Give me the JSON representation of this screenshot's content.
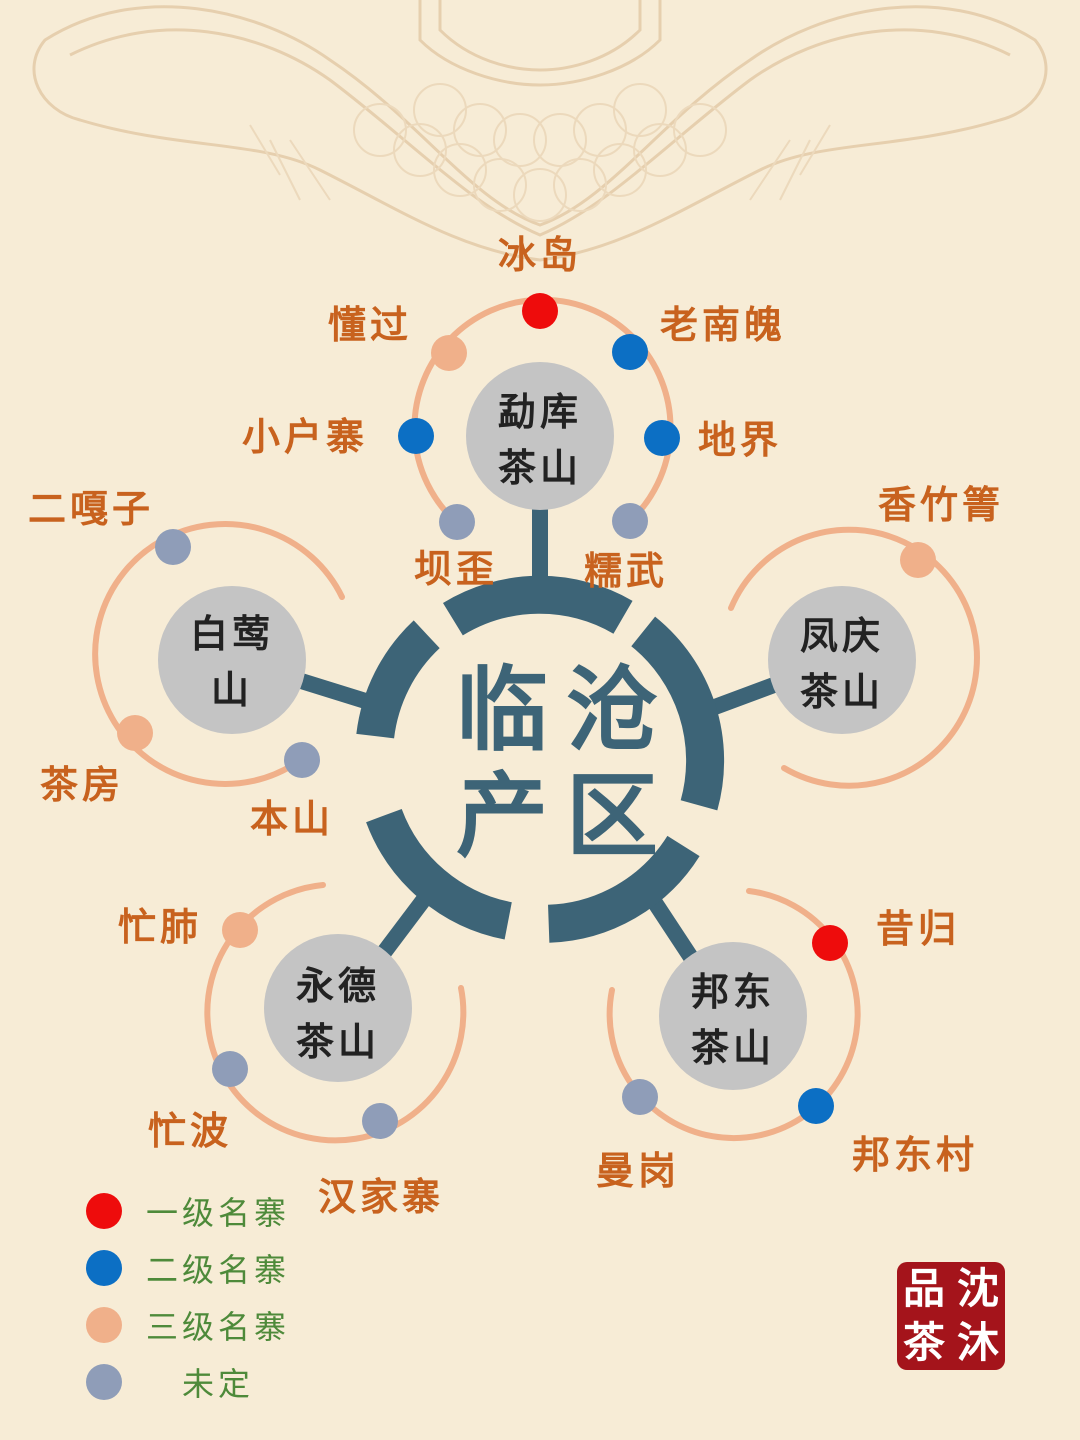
{
  "colors": {
    "first_grade": "#ee0c0c",
    "second_grade": "#0c6fc4",
    "third_grade": "#f0b08a",
    "undetermined": "#8f9db8",
    "hub": "#3d6477",
    "arc": "#f0b08a",
    "village_text": "#c8621e",
    "legend_text": "#4e8a3a",
    "mountain_circle": "#c4c4c4",
    "seal": "#a4141b"
  },
  "center": {
    "line1": "临沧",
    "line2": "产区"
  },
  "mountains": {
    "mengku": {
      "line1": "勐库",
      "line2": "茶山"
    },
    "baiying": {
      "line1": "白莺",
      "line2": "山"
    },
    "fengqing": {
      "line1": "凤庆",
      "line2": "茶山"
    },
    "yongde": {
      "line1": "永德",
      "line2": "茶山"
    },
    "bangdong": {
      "line1": "邦东",
      "line2": "茶山"
    }
  },
  "villages": {
    "bingdao": {
      "label": "冰岛",
      "grade": "first_grade"
    },
    "dongguo": {
      "label": "懂过",
      "grade": "third_grade"
    },
    "laonanpo": {
      "label": "老南魄",
      "grade": "second_grade"
    },
    "xiaohuzhai": {
      "label": "小户寨",
      "grade": "second_grade"
    },
    "dijie": {
      "label": "地界",
      "grade": "second_grade"
    },
    "bawai": {
      "label": "坝歪",
      "grade": "undetermined"
    },
    "nuowu": {
      "label": "糯武",
      "grade": "undetermined"
    },
    "ergazi": {
      "label": "二嘎子",
      "grade": "undetermined"
    },
    "chafang": {
      "label": "茶房",
      "grade": "third_grade"
    },
    "benshan": {
      "label": "本山",
      "grade": "undetermined"
    },
    "xiangzhuqing": {
      "label": "香竹箐",
      "grade": "third_grade"
    },
    "mangfei": {
      "label": "忙肺",
      "grade": "third_grade"
    },
    "mangbo": {
      "label": "忙波",
      "grade": "undetermined"
    },
    "hanjiazhai": {
      "label": "汉家寨",
      "grade": "undetermined"
    },
    "xigui": {
      "label": "昔归",
      "grade": "first_grade"
    },
    "manggang": {
      "label": "曼岗",
      "grade": "undetermined"
    },
    "bangdongcun": {
      "label": "邦东村",
      "grade": "second_grade"
    }
  },
  "legend": [
    {
      "label": "一级名寨",
      "color_key": "first_grade"
    },
    {
      "label": "二级名寨",
      "color_key": "second_grade"
    },
    {
      "label": "三级名寨",
      "color_key": "third_grade"
    },
    {
      "label": "未定",
      "color_key": "undetermined"
    }
  ],
  "seal": {
    "chars": [
      "品",
      "沈",
      "茶",
      "沐"
    ]
  }
}
